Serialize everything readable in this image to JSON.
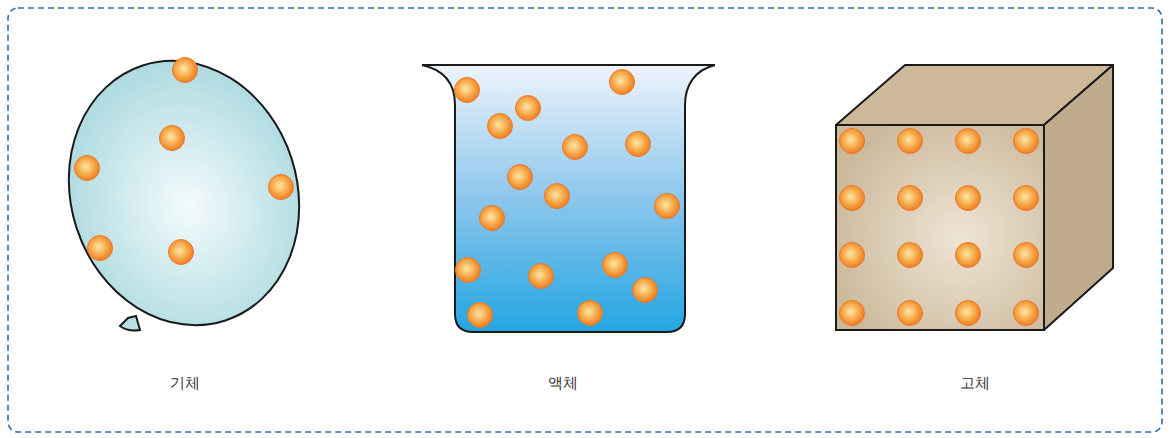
{
  "diagram": {
    "labels": [
      "기체",
      "액체",
      "고체"
    ]
  }
}
